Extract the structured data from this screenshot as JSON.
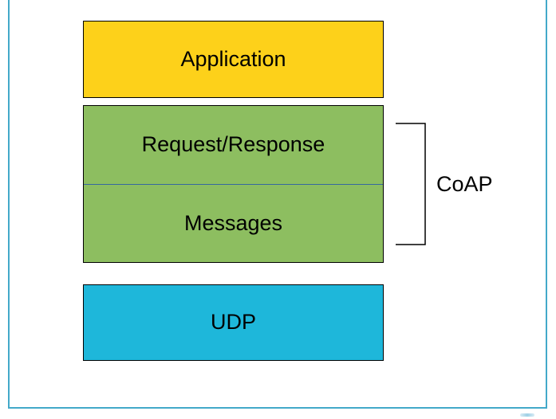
{
  "diagram": {
    "layers": {
      "application": {
        "label": "Application",
        "fill": "#fdd11a"
      },
      "request_response": {
        "label": "Request/Response",
        "fill": "#8dbe60"
      },
      "messages": {
        "label": "Messages",
        "fill": "#8dbe60"
      },
      "udp": {
        "label": "UDP",
        "fill": "#1eb7da"
      }
    },
    "bracket": {
      "label": "CoAP"
    }
  },
  "colors": {
    "page_border": "#43a9c9",
    "box_border": "#35689f",
    "divider": "#35689f",
    "bracket_line": "#000000",
    "text": "#000000"
  }
}
